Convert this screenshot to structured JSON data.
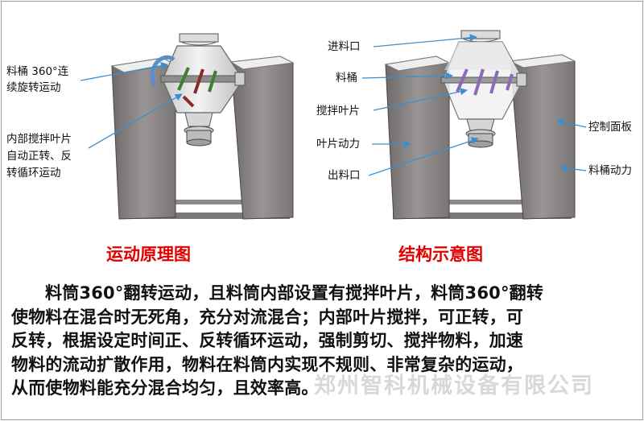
{
  "left_diagram": {
    "caption": "运动原理图",
    "labels": {
      "barrel_rotation": [
        "料桶 360°连",
        "续旋转运动"
      ],
      "blades": [
        "内部搅拌叶片",
        "自动正转、反",
        "转循环运动"
      ]
    }
  },
  "right_diagram": {
    "caption": "结构示意图",
    "labels": {
      "inlet": "进料口",
      "barrel": "料桶",
      "blades": "搅拌叶片",
      "blade_power": "叶片动力",
      "outlet": "出料口",
      "control_panel": "控制面板",
      "barrel_power": "料桶动力"
    }
  },
  "description": [
    "料筒360°翻转运动，且料筒内部设置有搅拌叶片，料筒360°翻转",
    "使物料在混合时无死角，充分对流混合；内部叶片搅拌，可正转，可",
    "反转，根据设定时间正、反转循环运动，强制剪切、搅拌物料，加速",
    "物料的流动扩散作用，物料在料筒内实现不规则、非常复杂的运动，",
    "从而使物料能充分混合均匀，且效率高。"
  ],
  "watermark": "郑州智科机械设备有限公司",
  "colors": {
    "caption": "#e00000",
    "arrow": "#3b8fd0",
    "pillar": "#8a8585"
  }
}
